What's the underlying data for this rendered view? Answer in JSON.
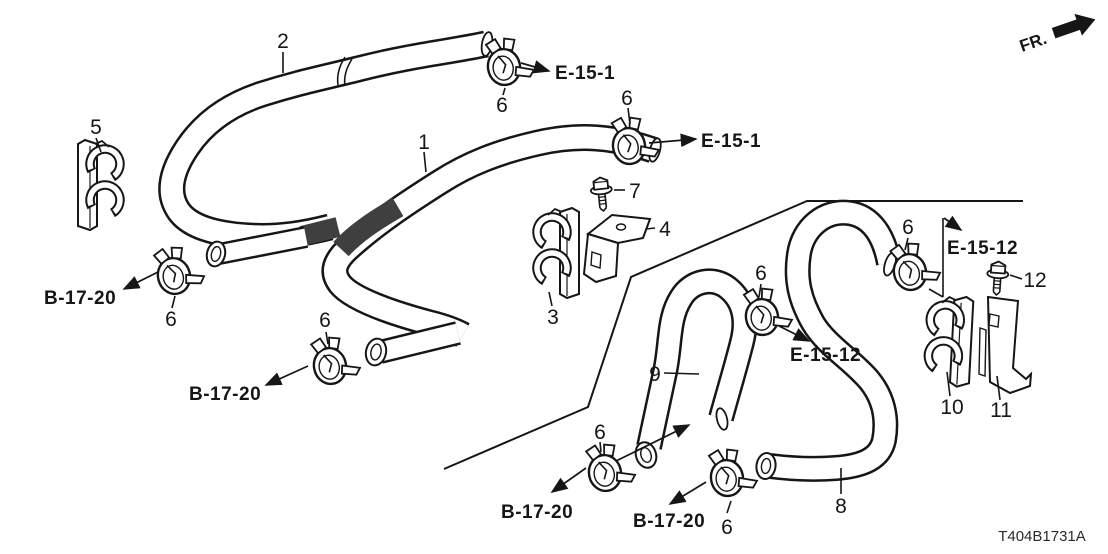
{
  "diagram": {
    "code": "T404B1731A",
    "direction_indicator": "FR.",
    "background_color": "#ffffff",
    "line_color": "#161616",
    "sleeve_color": "#3f3f3f"
  },
  "part_numbers": {
    "p1": "1",
    "p2": "2",
    "p3": "3",
    "p4": "4",
    "p5": "5",
    "p6": "6",
    "p7": "7",
    "p8": "8",
    "p9": "9",
    "p10": "10",
    "p11": "11",
    "p12": "12"
  },
  "zone_refs": {
    "e_15_1": "E-15-1",
    "e_15_12": "E-15-12",
    "b_17_20": "B-17-20"
  },
  "icons": {
    "fr_arrow": "direction-arrow-forward"
  }
}
